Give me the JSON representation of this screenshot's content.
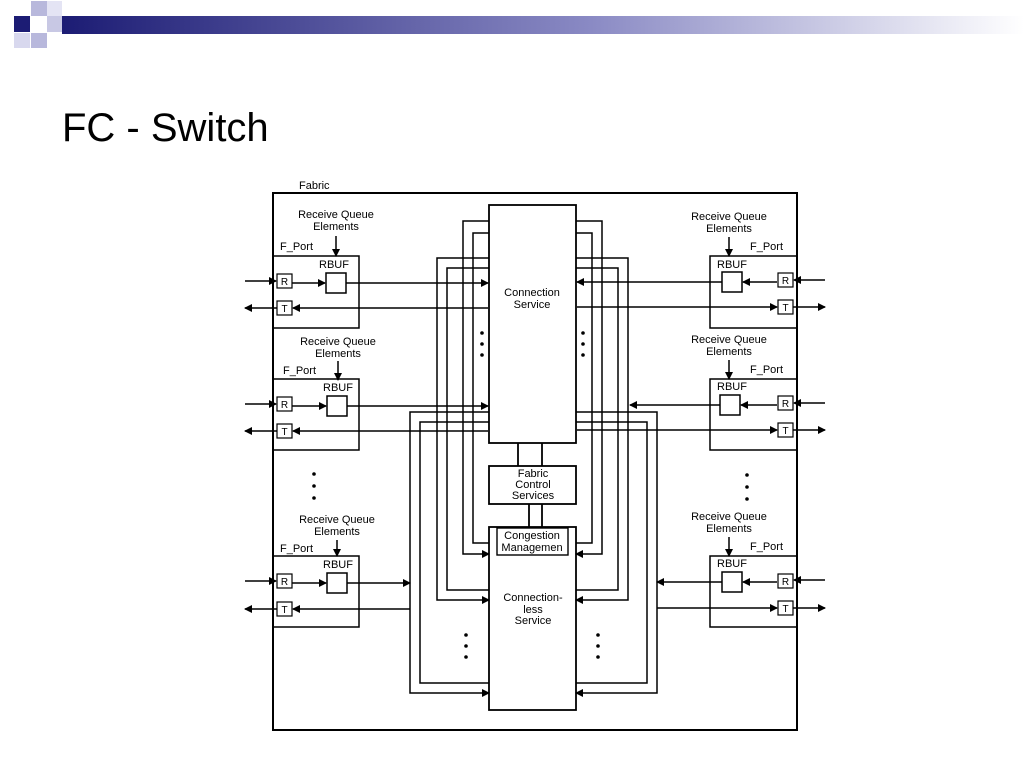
{
  "slide": {
    "title": "FC - Switch"
  },
  "diagram": {
    "fabric_label": "Fabric",
    "receive_queue_line1": "Receive Queue",
    "receive_queue_line2": "Elements",
    "f_port_label": "F_Port",
    "rbuf_label": "RBUF",
    "r_label": "R",
    "t_label": "T",
    "connection_service": [
      "Connection",
      "Service"
    ],
    "fabric_control_services": [
      "Fabric",
      "Control",
      "Services"
    ],
    "congestion_management": [
      "Congestion",
      "Managemen"
    ],
    "connectionless_service": [
      "Connection-",
      "less",
      "Service"
    ]
  },
  "colors": {
    "accent_dark": "#1c1c74",
    "accent_light": "#b8b8dc",
    "line": "#000000"
  }
}
